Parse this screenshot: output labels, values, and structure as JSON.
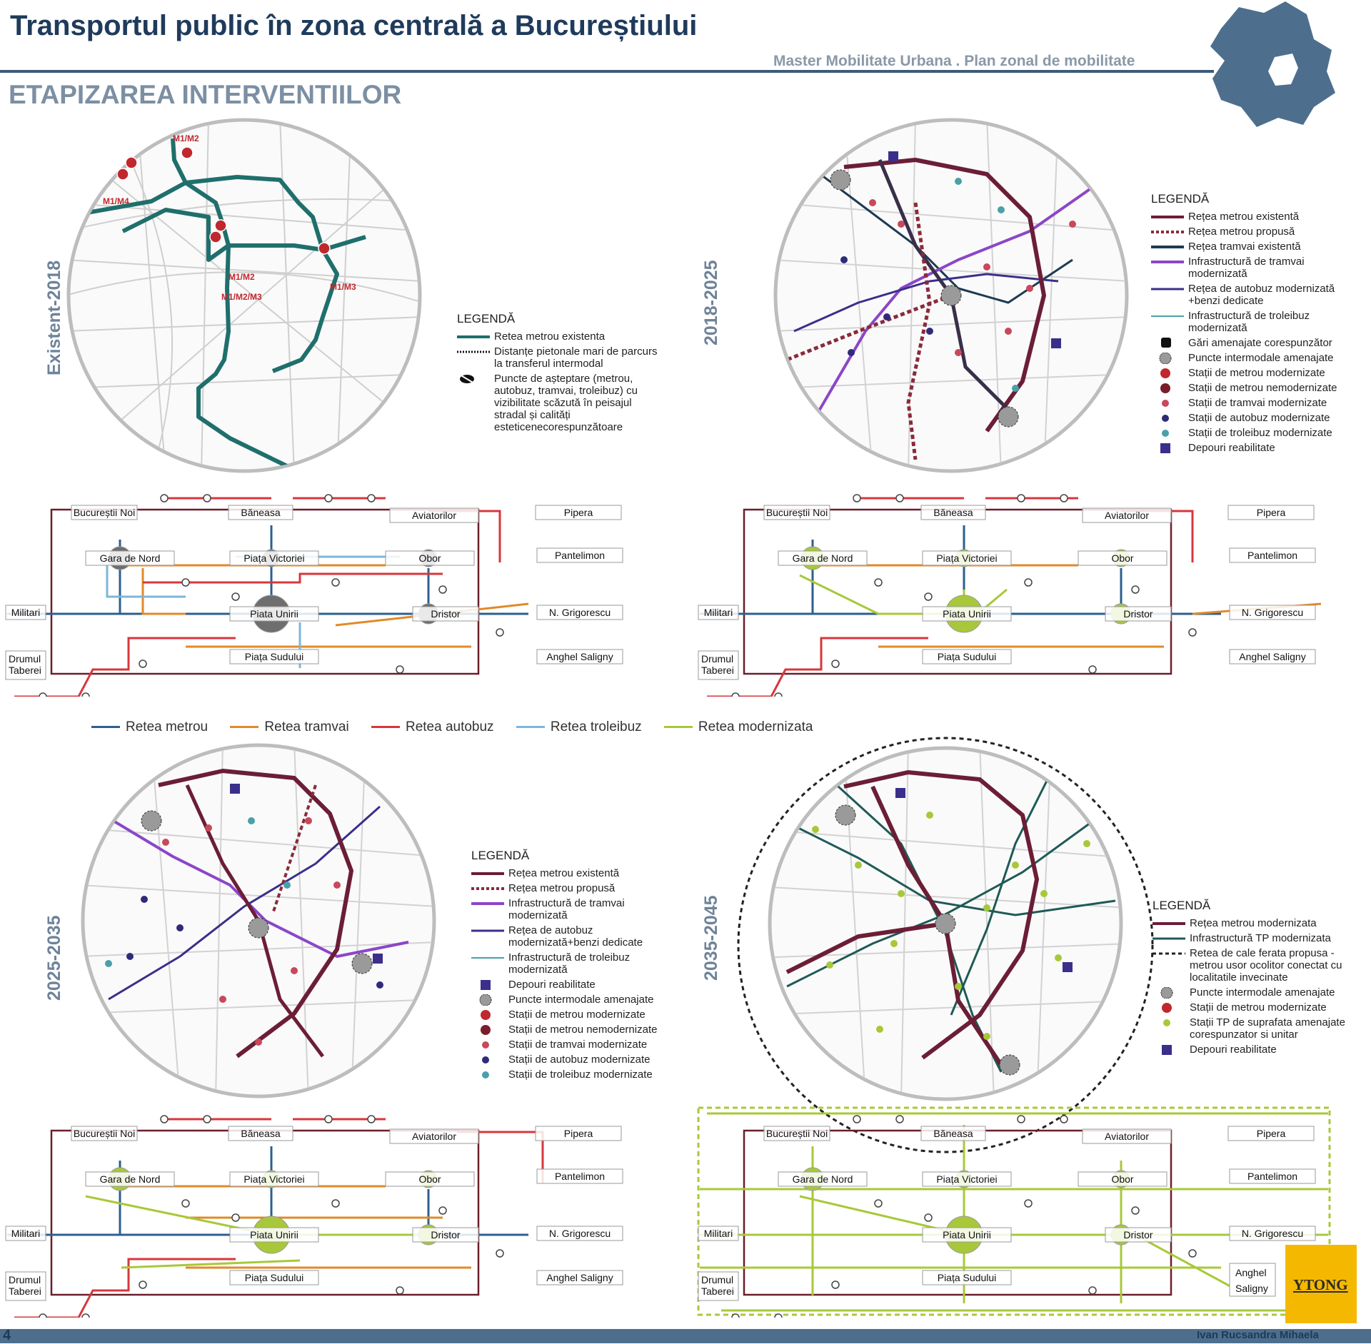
{
  "header": {
    "title": "Transportul public în zona centrală a Bucureștiului",
    "subtitle": "Master Mobilitate Urbana . Plan zonal de mobilitate",
    "section": "ETAPIZAREA INTERVENTIILOR"
  },
  "colors": {
    "accent": "#1f3b5c",
    "metro_existing": "#1f6f6c",
    "metro_dark": "#6b1e35",
    "tram_mod": "#8b46c8",
    "bus_mod": "#3a2f8a",
    "trolley": "#4aa0a8",
    "modern": "#a8c83a",
    "net_metro": "#2d5f8f",
    "net_tram": "#e08a2a",
    "net_bus": "#d7373c",
    "net_trolley": "#7db6d8",
    "net_modern": "#a8c83a"
  },
  "panels": [
    {
      "period": "Existent-2018",
      "legend_title": "LEGENDĂ",
      "legend": [
        {
          "icon": "teal-line-icon",
          "label": "Retea metrou existenta"
        },
        {
          "icon": "dotted-line-icon",
          "label": "Distanțe pietonale mari de parcurs la transferul intermodal"
        },
        {
          "icon": "eye-crossed-icon",
          "label": "Puncte de așteptare (metrou, autobuz, tramvai, troleibuz) cu vizibilitate scăzută în peisajul stradal și calități esteticenecorespunzătoare"
        }
      ],
      "map_labels": [
        "M1/M2",
        "M1/M4",
        "M1/M2",
        "M1/M2/M3",
        "M1/M3"
      ]
    },
    {
      "period": "2018-2025",
      "legend_title": "LEGENDĂ",
      "legend": [
        {
          "icon": "maroon-line-icon",
          "label": "Rețea metrou existentă"
        },
        {
          "icon": "maroon-dotted-icon",
          "label": "Rețea metrou propusă"
        },
        {
          "icon": "navy-line-icon",
          "label": "Rețea tramvai existentă"
        },
        {
          "icon": "purple-line-icon",
          "label": "Infrastructură de tramvai modernizată"
        },
        {
          "icon": "indigo-line-icon",
          "label": "Rețea de autobuz modernizată +benzi dedicate"
        },
        {
          "icon": "teal-thin-line-icon",
          "label": "Infrastructură de troleibuz modernizată"
        },
        {
          "icon": "train-icon",
          "label": "Gări amenajate corespunzător"
        },
        {
          "icon": "hub-icon",
          "label": "Puncte intermodale amenajate"
        },
        {
          "icon": "metro-modern-icon",
          "label": "Stații de metrou modernizate"
        },
        {
          "icon": "metro-old-icon",
          "label": "Stații de metrou nemodernizate"
        },
        {
          "icon": "pink-dot-icon",
          "label": "Stații de tramvai modernizate"
        },
        {
          "icon": "indigo-dot-icon",
          "label": "Stații de autobuz modernizate"
        },
        {
          "icon": "teal-dot-icon",
          "label": "Stații de troleibuz modernizate"
        },
        {
          "icon": "depot-icon",
          "label": "Depouri reabilitate"
        }
      ]
    },
    {
      "period": "2025-2035",
      "legend_title": "LEGENDĂ",
      "legend": [
        {
          "icon": "maroon-line-icon",
          "label": "Rețea metrou existentă"
        },
        {
          "icon": "maroon-dotted-icon",
          "label": "Rețea metrou propusă"
        },
        {
          "icon": "purple-line-icon",
          "label": "Infrastructură de tramvai modernizată"
        },
        {
          "icon": "indigo-line-icon",
          "label": "Rețea de autobuz modernizată+benzi dedicate"
        },
        {
          "icon": "teal-thin-line-icon",
          "label": "Infrastructură de troleibuz modernizată"
        },
        {
          "icon": "depot-icon",
          "label": "Depouri reabilitate"
        },
        {
          "icon": "hub-icon",
          "label": "Puncte intermodale amenajate"
        },
        {
          "icon": "metro-modern-icon",
          "label": "Stații de metrou modernizate"
        },
        {
          "icon": "metro-old-icon",
          "label": "Stații de metrou nemodernizate"
        },
        {
          "icon": "pink-dot-icon",
          "label": "Stații de tramvai modernizate"
        },
        {
          "icon": "indigo-dot-icon",
          "label": "Stații de autobuz modernizate"
        },
        {
          "icon": "teal-dot-icon",
          "label": "Stații de troleibuz modernizate"
        }
      ]
    },
    {
      "period": "2035-2045",
      "legend_title": "LEGENDĂ",
      "legend": [
        {
          "icon": "maroon-line-icon",
          "label": "Rețea metrou modernizata"
        },
        {
          "icon": "teal-line-icon",
          "label": "Infrastructură TP modernizata"
        },
        {
          "icon": "black-dashed-icon",
          "label": "Retea de cale ferata propusa -metrou usor ocolitor conectat cu localitatile invecinate"
        },
        {
          "icon": "hub-icon",
          "label": "Puncte intermodale amenajate"
        },
        {
          "icon": "metro-modern-icon",
          "label": "Stații de metrou modernizate"
        },
        {
          "icon": "green-dot-icon",
          "label": "Stații TP de suprafata amenajate corespunzator si unitar"
        },
        {
          "icon": "depot-icon",
          "label": "Depouri reabilitate"
        }
      ]
    }
  ],
  "network_legend": [
    {
      "label": "Retea metrou",
      "color": "#2d5f8f"
    },
    {
      "label": "Retea tramvai",
      "color": "#e08a2a"
    },
    {
      "label": "Retea autobuz",
      "color": "#d7373c"
    },
    {
      "label": "Retea troleibuz",
      "color": "#7db6d8"
    },
    {
      "label": "Retea modernizata",
      "color": "#a8c83a"
    }
  ],
  "stations": {
    "bucurestii_noi": "Bucureștii Noi",
    "baneasa": "Băneasa",
    "aviatorilor": "Aviatorilor",
    "pipera": "Pipera",
    "gara_de_nord": "Gara de Nord",
    "piata_victoriei": "Piața Victoriei",
    "obor": "Obor",
    "pantelimon": "Pantelimon",
    "militari": "Militari",
    "piata_unirii": "Piata Unirii",
    "dristor": "Dristor",
    "n_grigorescu": "N. Grigorescu",
    "drumul": "Drumul",
    "taberei": "Taberei",
    "piata_sudului": "Piața Sudului",
    "anghel_saligny": "Anghel Saligny",
    "anghel": "Anghel",
    "saligny": "Saligny"
  },
  "footer": {
    "page": "4",
    "author": "Ivan Rucsandra Mihaela",
    "brand": "YTONG"
  }
}
